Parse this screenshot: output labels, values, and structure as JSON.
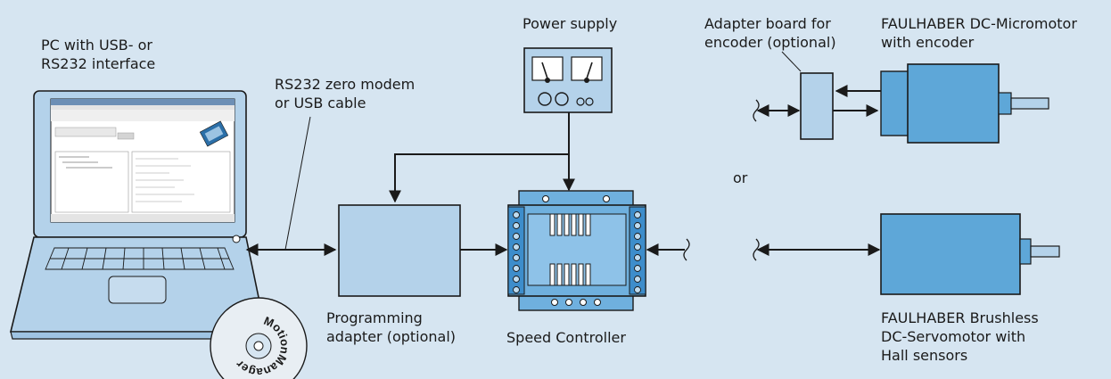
{
  "labels": {
    "pc": [
      "PC with USB- or",
      "RS232 interface"
    ],
    "cable": [
      "RS232 zero modem",
      "or USB cable"
    ],
    "power_supply": [
      "Power supply"
    ],
    "adapter_board": [
      "Adapter board for",
      "encoder (optional)"
    ],
    "micromotor": [
      "FAULHABER DC-Micromotor",
      "with encoder"
    ],
    "or": [
      "or"
    ],
    "programming_adapter": [
      "Programming",
      "adapter (optional)"
    ],
    "speed_controller": [
      "Speed Controller"
    ],
    "brushless": [
      "FAULHABER Brushless",
      "DC-Servomotor with",
      "Hall sensors"
    ]
  },
  "cd_label": "MotionManager",
  "colors": {
    "background": "#d6e5f1",
    "device_fill": "#b4d2ea",
    "motor_fill": "#5ea7d8",
    "controller_fill": "#6fb0de",
    "outline": "#1a1a1a"
  }
}
